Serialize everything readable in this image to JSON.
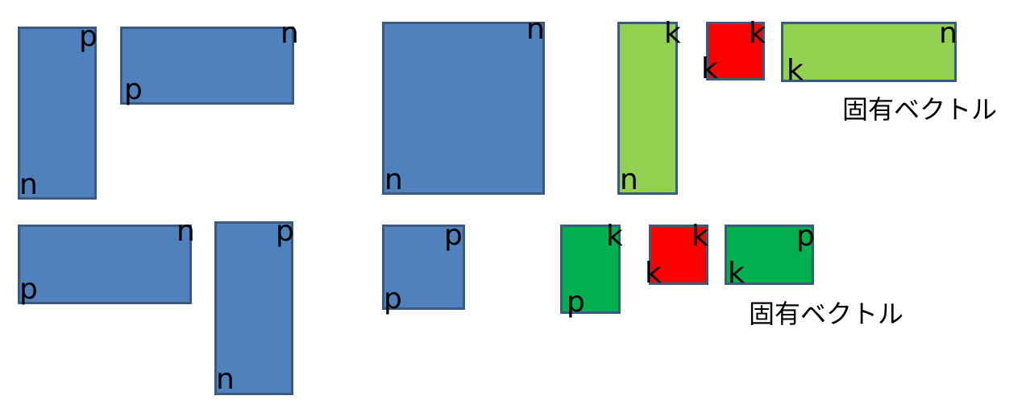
{
  "colors": {
    "matrix": "#4f81bd",
    "eigvec_n": "#92d050",
    "eigval": "#ff0000",
    "eigvec_p": "#00b050",
    "border": "#3a5a80"
  },
  "top_row": {
    "left_tall": {
      "top": "p",
      "bottom": "n"
    },
    "left_wide": {
      "top": "n",
      "bottom": "p"
    },
    "square": {
      "top": "n",
      "bottom": "n"
    },
    "eig_tall": {
      "top": "k",
      "bottom": "n"
    },
    "eig_value": {
      "top": "k",
      "bottom": "k"
    },
    "eig_wide": {
      "top": "n",
      "bottom": "k"
    },
    "caption": "固有ベクトル"
  },
  "bottom_row": {
    "left_wide": {
      "top": "n",
      "bottom": "p"
    },
    "left_tall": {
      "top": "p",
      "bottom": "n"
    },
    "square": {
      "top": "p",
      "bottom": "p"
    },
    "eig_tall": {
      "top": "k",
      "bottom": "p"
    },
    "eig_value": {
      "top": "k",
      "bottom": "k"
    },
    "eig_wide": {
      "top": "p",
      "bottom": "k"
    },
    "caption": "固有ベクトル"
  }
}
